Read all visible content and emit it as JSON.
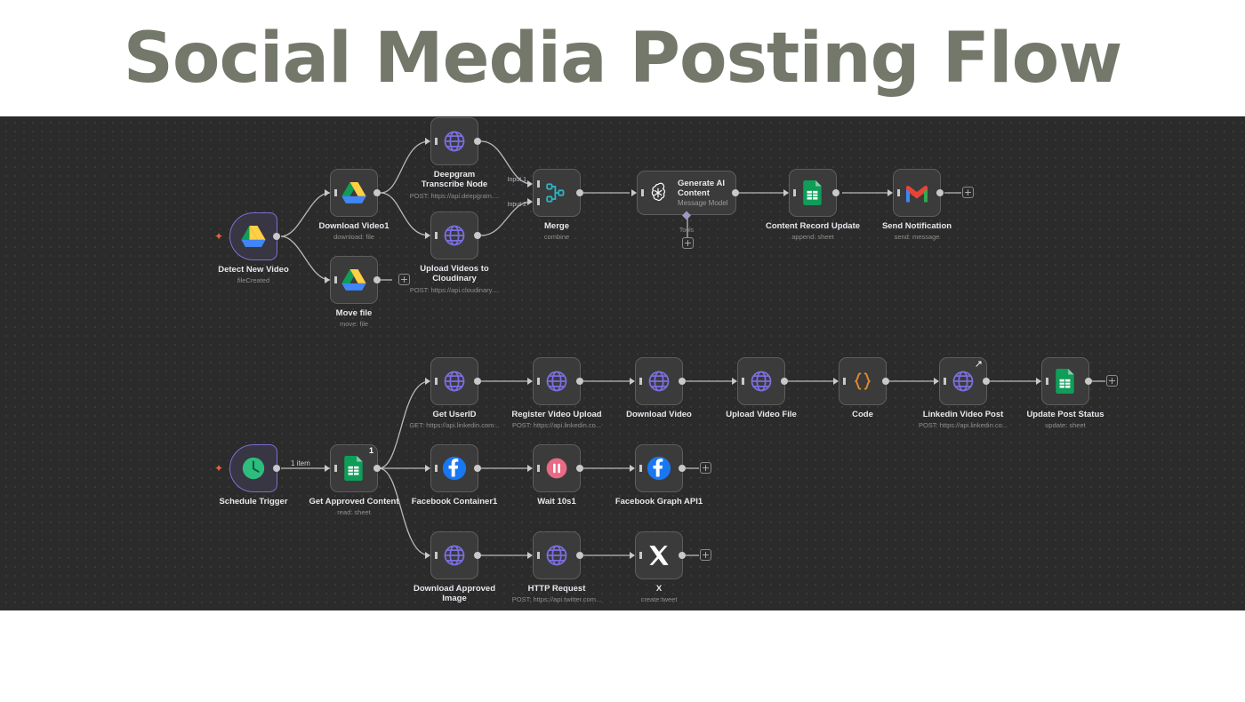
{
  "page": {
    "title": "Social Media Posting Flow",
    "title_color": "#73786a",
    "canvas_bg": "#2b2b2b"
  },
  "flows": [
    {
      "name": "video-pipeline",
      "nodes": [
        {
          "id": "detect-new-video",
          "label": "Detect New Video",
          "sub": "fileCreated",
          "icon": "google-drive-icon",
          "kind": "trigger"
        },
        {
          "id": "download-video1",
          "label": "Download Video1",
          "sub": "download: file",
          "icon": "google-drive-icon",
          "kind": "action"
        },
        {
          "id": "move-file",
          "label": "Move file",
          "sub": "move: file",
          "icon": "google-drive-icon",
          "kind": "action"
        },
        {
          "id": "deepgram-transcribe-node",
          "label": "Deepgram Transcribe Node",
          "sub": "POST: https://api.deepgram....",
          "icon": "globe-icon",
          "kind": "http"
        },
        {
          "id": "upload-videos-to-cloudinary",
          "label": "Upload Videos to Cloudinary",
          "sub": "POST: https://api.cloudinary....",
          "icon": "globe-icon",
          "kind": "http"
        },
        {
          "id": "merge",
          "label": "Merge",
          "sub": "combine",
          "icon": "merge-icon",
          "kind": "action",
          "inputs": [
            "Input 1",
            "Input 2"
          ]
        },
        {
          "id": "generate-ai-content",
          "label": "Generate AI Content",
          "sub": "Message Model",
          "icon": "openai-icon",
          "kind": "model",
          "tools_label": "Tools"
        },
        {
          "id": "content-record-update",
          "label": "Content Record Update",
          "sub": "append: sheet",
          "icon": "google-sheets-icon",
          "kind": "action"
        },
        {
          "id": "send-notification",
          "label": "Send Notification",
          "sub": "send: message",
          "icon": "gmail-icon",
          "kind": "action"
        }
      ]
    },
    {
      "name": "social-posting-pipeline",
      "nodes": [
        {
          "id": "schedule-trigger",
          "label": "Schedule Trigger",
          "sub": "",
          "icon": "clock-icon",
          "kind": "trigger"
        },
        {
          "id": "get-approved-content",
          "label": "Get Approved Content",
          "sub": "read: sheet",
          "icon": "google-sheets-icon",
          "kind": "action",
          "badge": "1"
        },
        {
          "id": "get-userid",
          "label": "Get UserID",
          "sub": "GET: https://api.linkedin.com...",
          "icon": "globe-icon",
          "kind": "http"
        },
        {
          "id": "register-video-upload",
          "label": "Register Video Upload",
          "sub": "POST: https://api.linkedin.co...",
          "icon": "globe-icon",
          "kind": "http"
        },
        {
          "id": "download-video",
          "label": "Download Video",
          "sub": "",
          "icon": "globe-icon",
          "kind": "http"
        },
        {
          "id": "upload-video-file",
          "label": "Upload Video File",
          "sub": "",
          "icon": "globe-icon",
          "kind": "http"
        },
        {
          "id": "code",
          "label": "Code",
          "sub": "",
          "icon": "code-braces-icon",
          "kind": "code"
        },
        {
          "id": "linkedin-video-post",
          "label": "Linkedin Video Post",
          "sub": "POST: https://api.linkedin.co...",
          "icon": "globe-icon",
          "kind": "http",
          "badge_arrow": "↗"
        },
        {
          "id": "update-post-status",
          "label": "Update Post Status",
          "sub": "update: sheet",
          "icon": "google-sheets-icon",
          "kind": "action"
        },
        {
          "id": "facebook-container1",
          "label": "Facebook Container1",
          "sub": "",
          "icon": "facebook-icon",
          "kind": "action"
        },
        {
          "id": "wait-10s1",
          "label": "Wait 10s1",
          "sub": "",
          "icon": "pause-icon",
          "kind": "action"
        },
        {
          "id": "facebook-graph-api1",
          "label": "Facebook Graph API1",
          "sub": "",
          "icon": "facebook-icon",
          "kind": "action"
        },
        {
          "id": "download-approved-image",
          "label": "Download Approved Image",
          "sub": "",
          "icon": "globe-icon",
          "kind": "http"
        },
        {
          "id": "http-request",
          "label": "HTTP Request",
          "sub": "POST: https://api.twitter.com...",
          "icon": "globe-icon",
          "kind": "http"
        },
        {
          "id": "x-node",
          "label": "X",
          "sub": "create:tweet",
          "icon": "x-twitter-icon",
          "kind": "action"
        }
      ],
      "edge_labels": [
        {
          "id": "schedule-to-sheet",
          "text": "1 item"
        }
      ]
    }
  ],
  "stubs": {
    "plus": "+"
  }
}
